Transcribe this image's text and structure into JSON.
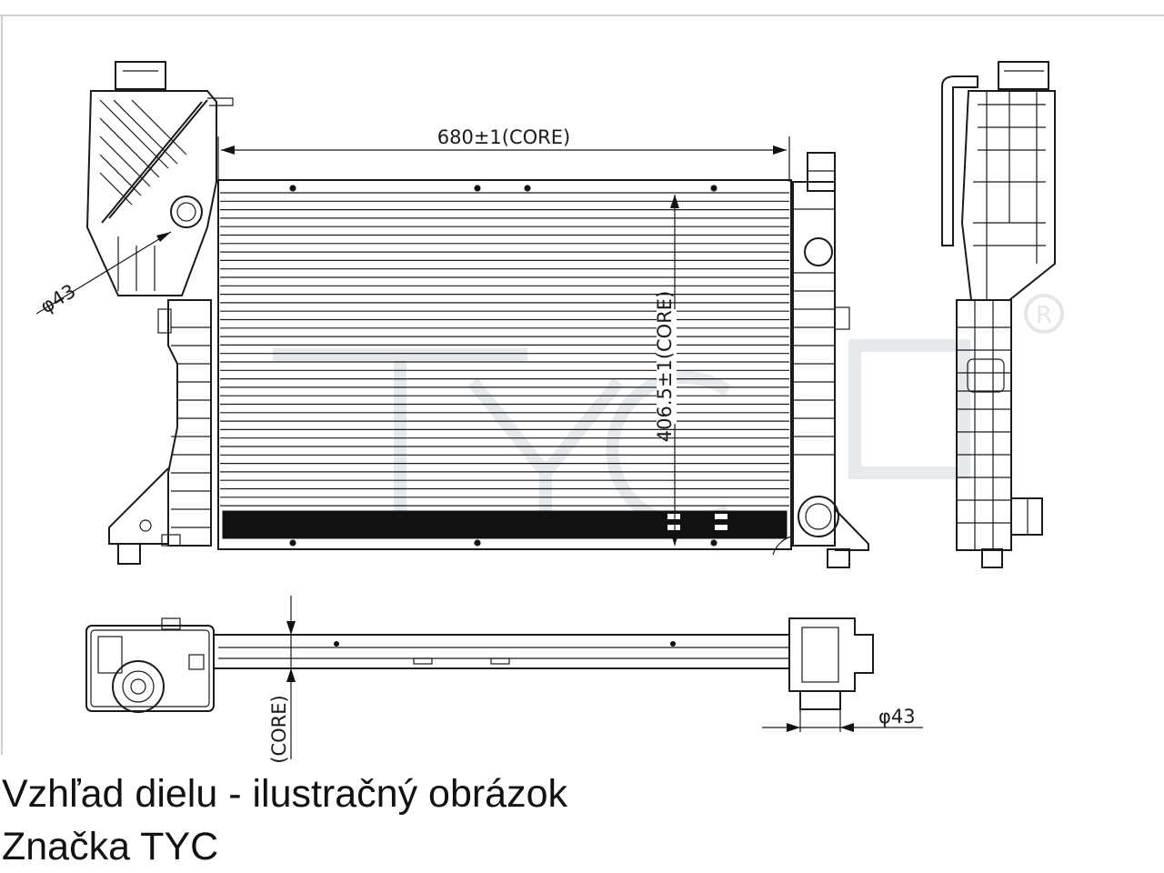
{
  "drawing": {
    "dimensions": {
      "core_width": "680±1(CORE)",
      "core_height": "406.5±1(CORE)",
      "core_depth": "(CORE)",
      "pipe_left": "φ43",
      "pipe_bottom": "φ43"
    },
    "watermark_mark": "R"
  },
  "caption": {
    "line1": "Vzhľad dielu - ilustračný obrázok",
    "line2": "Značka TYC"
  }
}
